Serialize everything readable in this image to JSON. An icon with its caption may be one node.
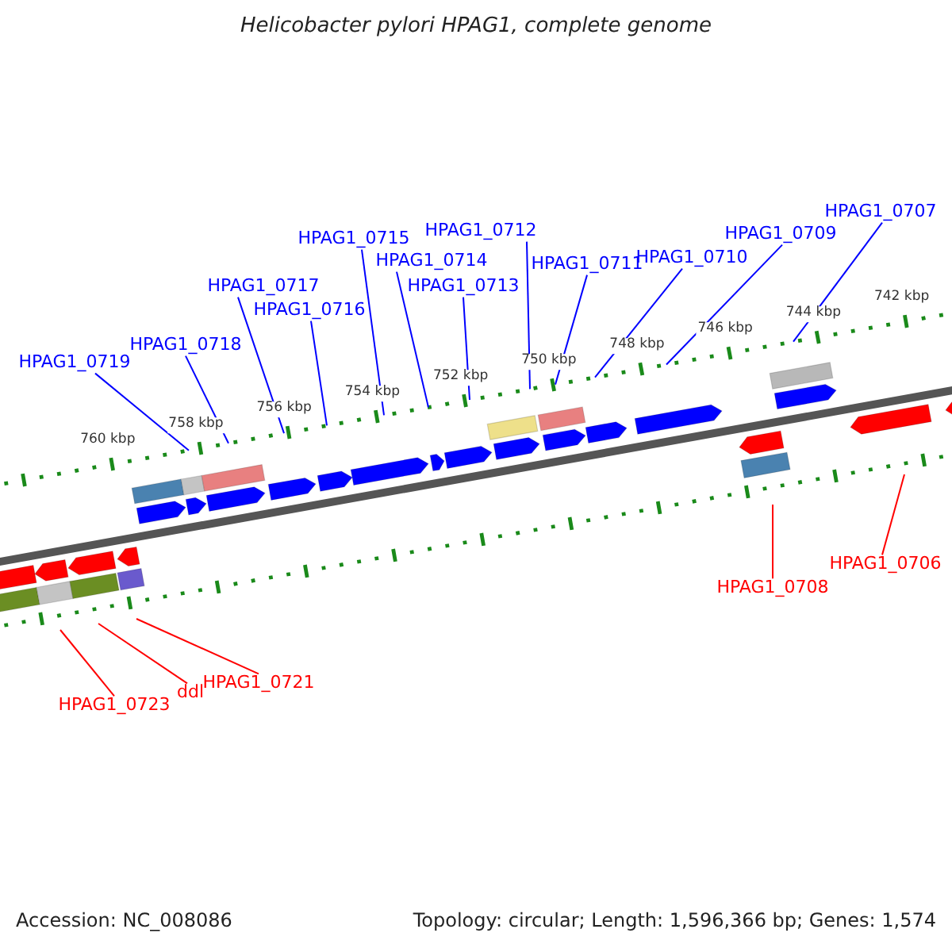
{
  "diagram": {
    "title": "Helicobacter pylori HPAG1, complete genome",
    "nodes": [
      {
        "text": [
          "HPAG1_0719"
        ]
      },
      {
        "text": [
          "HPAG1_0718"
        ]
      },
      {
        "text": [
          "HPAG1_0717"
        ]
      },
      {
        "text": [
          "HPAG1_0716"
        ]
      },
      {
        "text": [
          "HPAG1_0715"
        ]
      },
      {
        "text": [
          "HPAG1_0714"
        ]
      },
      {
        "text": [
          "HPAG1_0713"
        ]
      },
      {
        "text": [
          "HPAG1_0712"
        ]
      },
      {
        "text": [
          "HPAG1_0711"
        ]
      },
      {
        "text": [
          "HPAG1_0710"
        ]
      },
      {
        "text": [
          "HPAG1_0709"
        ]
      },
      {
        "text": [
          "HPAG1_0707"
        ]
      },
      {
        "text": [
          "HPAG1_0723"
        ]
      },
      {
        "text": [
          "ddl"
        ]
      },
      {
        "text": [
          "HPAG1_0721"
        ]
      },
      {
        "text": [
          "HPAG1_0708"
        ]
      },
      {
        "text": [
          "HPAG1_0706"
        ]
      }
    ],
    "edges": [
      {
        "from": 0,
        "to": null,
        "arrow": "none"
      },
      {
        "from": 1,
        "to": null,
        "arrow": "none"
      },
      {
        "from": 2,
        "to": null,
        "arrow": "none"
      },
      {
        "from": 3,
        "to": null,
        "arrow": "none"
      },
      {
        "from": 4,
        "to": null,
        "arrow": "none"
      },
      {
        "from": 5,
        "to": null,
        "arrow": "none"
      },
      {
        "from": 6,
        "to": null,
        "arrow": "none"
      },
      {
        "from": 7,
        "to": null,
        "arrow": "none"
      },
      {
        "from": 8,
        "to": null,
        "arrow": "none"
      },
      {
        "from": 9,
        "to": null,
        "arrow": "none"
      },
      {
        "from": 10,
        "to": null,
        "arrow": "none"
      },
      {
        "from": 11,
        "to": null,
        "arrow": "none"
      },
      {
        "from": 12,
        "to": null,
        "arrow": "none",
        "color": "#ff0000"
      },
      {
        "from": 13,
        "to": null,
        "arrow": "none",
        "color": "#ff0000"
      },
      {
        "from": 14,
        "to": null,
        "arrow": "none",
        "color": "#ff0000"
      },
      {
        "from": 15,
        "to": null,
        "arrow": "none",
        "color": "#ff0000"
      },
      {
        "from": 16,
        "to": null,
        "arrow": "none",
        "color": "#ff0000"
      }
    ],
    "labels": [
      "760 kbp",
      "758 kbp",
      "756 kbp",
      "754 kbp",
      "752 kbp",
      "750 kbp",
      "748 kbp",
      "746 kbp",
      "744 kbp",
      "742 kbp",
      "Accession: NC_008086",
      "Topology: circular; Length: 1,596,366 bp; Genes: 1,574"
    ]
  }
}
